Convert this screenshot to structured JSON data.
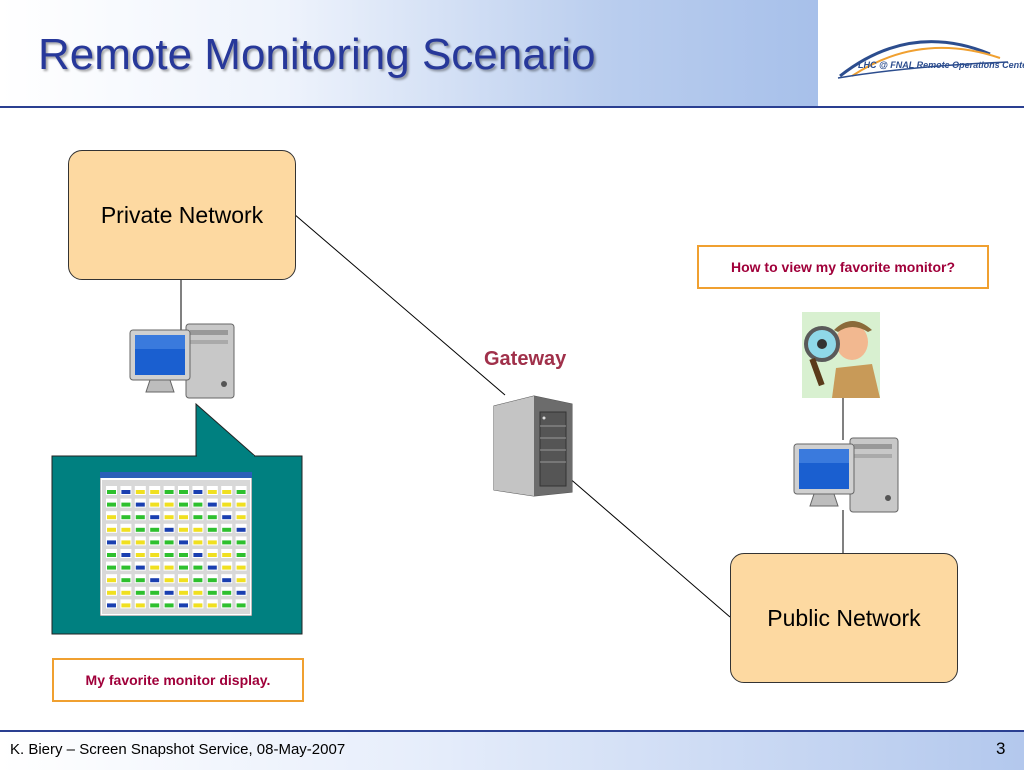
{
  "slide": {
    "title": "Remote Monitoring Scenario",
    "logo_text": "LHC @ FNAL Remote Operations Center",
    "page_number": "3"
  },
  "diagram": {
    "private_network": "Private Network",
    "public_network": "Public Network",
    "gateway": "Gateway",
    "question": "How to view my favorite monitor?",
    "caption": "My favorite monitor display."
  },
  "footer": {
    "text": "K. Biery – Screen Snapshot Service, 08-May-2007"
  },
  "colors": {
    "title": "#27389a",
    "network_box_fill": "#fdd9a1",
    "callout_border": "#f0a030",
    "callout_text": "#a0003a",
    "gateway_label": "#a0304a",
    "speech_bubble": "#008080",
    "rule": "#2a3f91"
  },
  "icons": [
    "desktop-computer-icon",
    "server-icon",
    "detective-icon",
    "monitor-screenshot-thumbnail",
    "logo-arc-icon"
  ]
}
